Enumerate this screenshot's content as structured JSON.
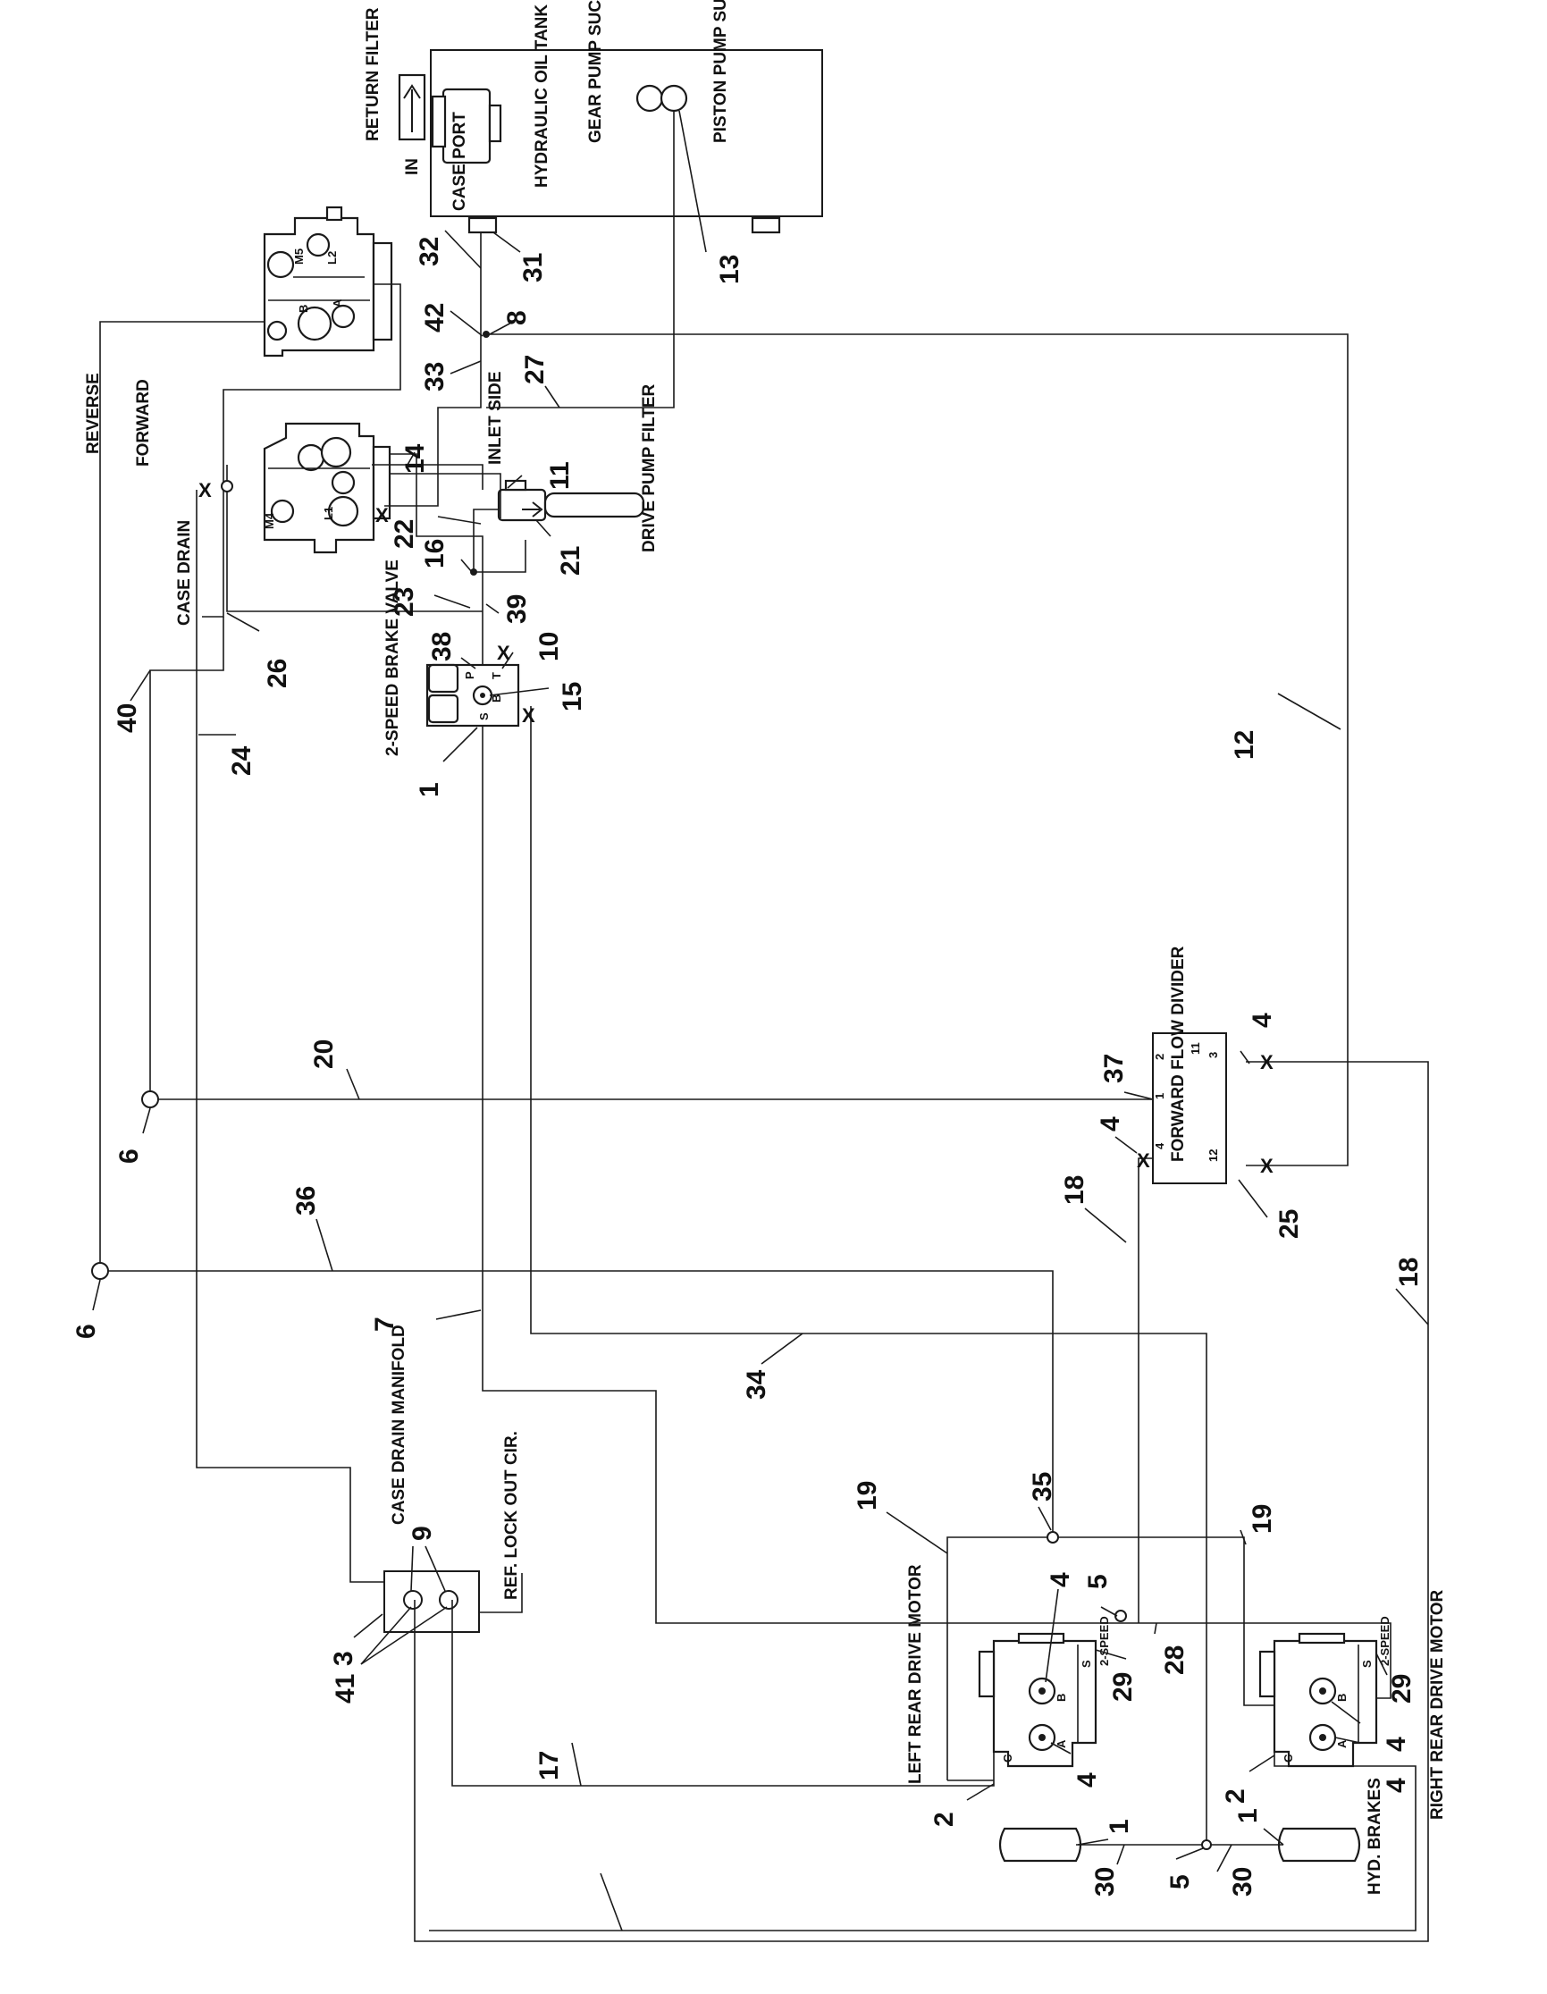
{
  "components": {
    "return_filter": "RETURN FILTER",
    "in": "IN",
    "case_port": "CASE PORT",
    "hydraulic_oil_tank": "HYDRAULIC OIL TANK",
    "gear_pump_suction": "GEAR PUMP SUCTION",
    "piston_pump_suction": "PISTON PUMP SUCTION",
    "reverse": "REVERSE",
    "forward": "FORWARD",
    "case_drain": "CASE DRAIN",
    "inlet_side": "INLET SIDE",
    "drive_pump_filter": "DRIVE PUMP FILTER",
    "two_speed_brake_valve": "2-SPEED BRAKE VALVE",
    "forward_flow_divider": "FORWARD FLOW DIVIDER",
    "case_drain_manifold": "CASE DRAIN MANIFOLD",
    "ref_lock_out": "REF. LOCK OUT CIR.",
    "left_rear_drive_motor": "LEFT REAR DRIVE MOTOR",
    "right_rear_drive_motor": "RIGHT REAR DRIVE MOTOR",
    "two_speed": "2-SPEED",
    "hyd_brakes": "HYD. BRAKES"
  },
  "ports": {
    "m5": "M5",
    "l2": "L2",
    "b": "B",
    "a": "A",
    "m4": "M4",
    "l1": "L1",
    "p": "P",
    "t": "T",
    "s": "S",
    "fd_2": "2",
    "fd_11": "11",
    "fd_3": "3",
    "fd_1": "1",
    "fd_4": "4",
    "fd_12": "12",
    "c": "C",
    "x": "X"
  },
  "callouts": {
    "n1": "1",
    "n2": "2",
    "n3": "3",
    "n4": "4",
    "n5": "5",
    "n6": "6",
    "n7": "7",
    "n8": "8",
    "n9": "9",
    "n10": "10",
    "n11": "11",
    "n12": "12",
    "n13": "13",
    "n14": "14",
    "n15": "15",
    "n16": "16",
    "n17": "17",
    "n18": "18",
    "n19": "19",
    "n20": "20",
    "n21": "21",
    "n22": "22",
    "n23": "23",
    "n24": "24",
    "n25": "25",
    "n26": "26",
    "n27": "27",
    "n28": "28",
    "n29": "29",
    "n30": "30",
    "n31": "31",
    "n32": "32",
    "n33": "33",
    "n34": "34",
    "n35": "35",
    "n36": "36",
    "n37": "37",
    "n38": "38",
    "n39": "39",
    "n40": "40",
    "n41": "41",
    "n42": "42"
  }
}
